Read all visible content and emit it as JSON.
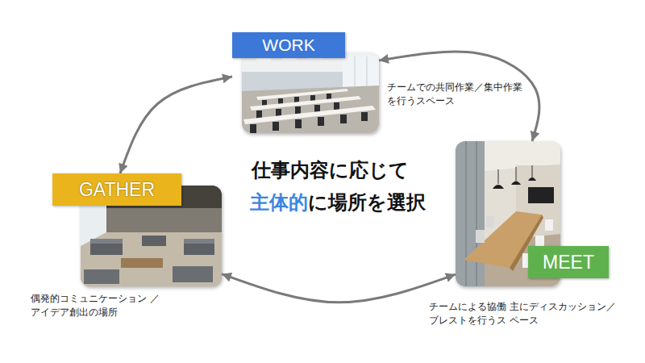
{
  "diagram": {
    "nodes": [
      {
        "text": [
          "WORK"
        ]
      },
      {
        "text": [
          "GATHER"
        ]
      },
      {
        "text": [
          "MEET"
        ]
      }
    ],
    "edges": [
      {
        "from": 0,
        "to": 2,
        "arrow": "both"
      },
      {
        "from": 2,
        "to": 1,
        "arrow": "both"
      },
      {
        "from": 1,
        "to": 0,
        "arrow": "both"
      }
    ],
    "labels": [
      "仕事内容に応じて",
      "主体的",
      "に場所を選択",
      "チームでの共同作業／集中作業 を行うスペース",
      "偶発的コミュニケーション ／アイデア創出の場所",
      "チームによる協働 主にディスカッション／ブレストを行うス ペース"
    ]
  }
}
